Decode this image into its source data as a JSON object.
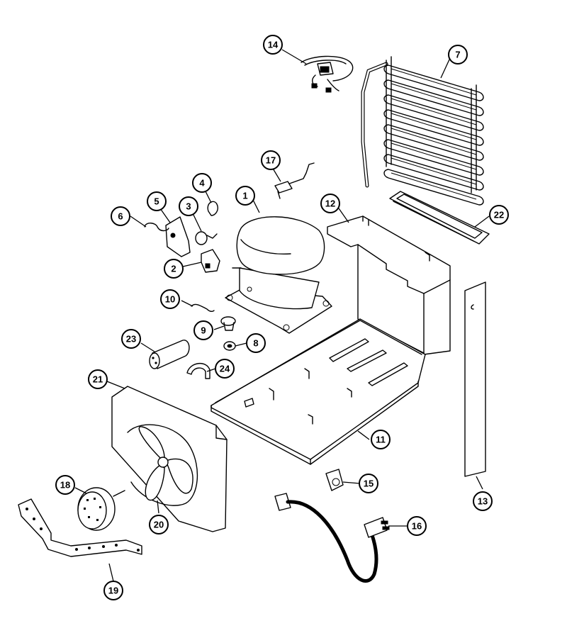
{
  "diagram": {
    "callouts": [
      {
        "id": "1",
        "label": "1"
      },
      {
        "id": "2",
        "label": "2"
      },
      {
        "id": "3",
        "label": "3"
      },
      {
        "id": "4",
        "label": "4"
      },
      {
        "id": "5",
        "label": "5"
      },
      {
        "id": "6",
        "label": "6"
      },
      {
        "id": "7",
        "label": "7"
      },
      {
        "id": "8",
        "label": "8"
      },
      {
        "id": "9",
        "label": "9"
      },
      {
        "id": "10",
        "label": "10"
      },
      {
        "id": "11",
        "label": "11"
      },
      {
        "id": "12",
        "label": "12"
      },
      {
        "id": "13",
        "label": "13"
      },
      {
        "id": "14",
        "label": "14"
      },
      {
        "id": "15",
        "label": "15"
      },
      {
        "id": "16",
        "label": "16"
      },
      {
        "id": "17",
        "label": "17"
      },
      {
        "id": "18",
        "label": "18"
      },
      {
        "id": "19",
        "label": "19"
      },
      {
        "id": "20",
        "label": "20"
      },
      {
        "id": "21",
        "label": "21"
      },
      {
        "id": "22",
        "label": "22"
      },
      {
        "id": "23",
        "label": "23"
      },
      {
        "id": "24",
        "label": "24"
      }
    ]
  }
}
